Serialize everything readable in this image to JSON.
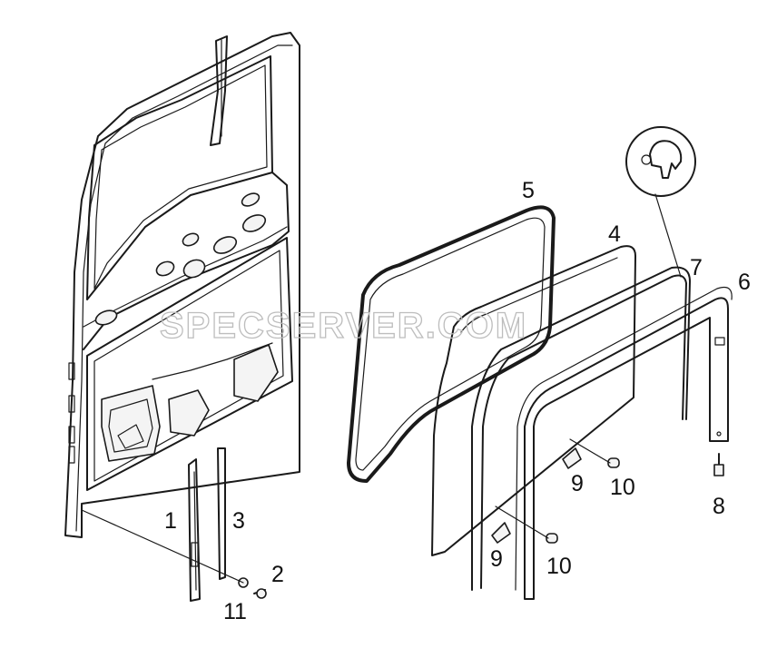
{
  "watermark": "SPECSERVER.COM",
  "callouts": {
    "c1": "1",
    "c2": "2",
    "c3": "3",
    "c4": "4",
    "c5": "5",
    "c6": "6",
    "c7": "7",
    "c8": "8",
    "c9a": "9",
    "c9b": "9",
    "c10a": "10",
    "c10b": "10",
    "c11": "11"
  }
}
